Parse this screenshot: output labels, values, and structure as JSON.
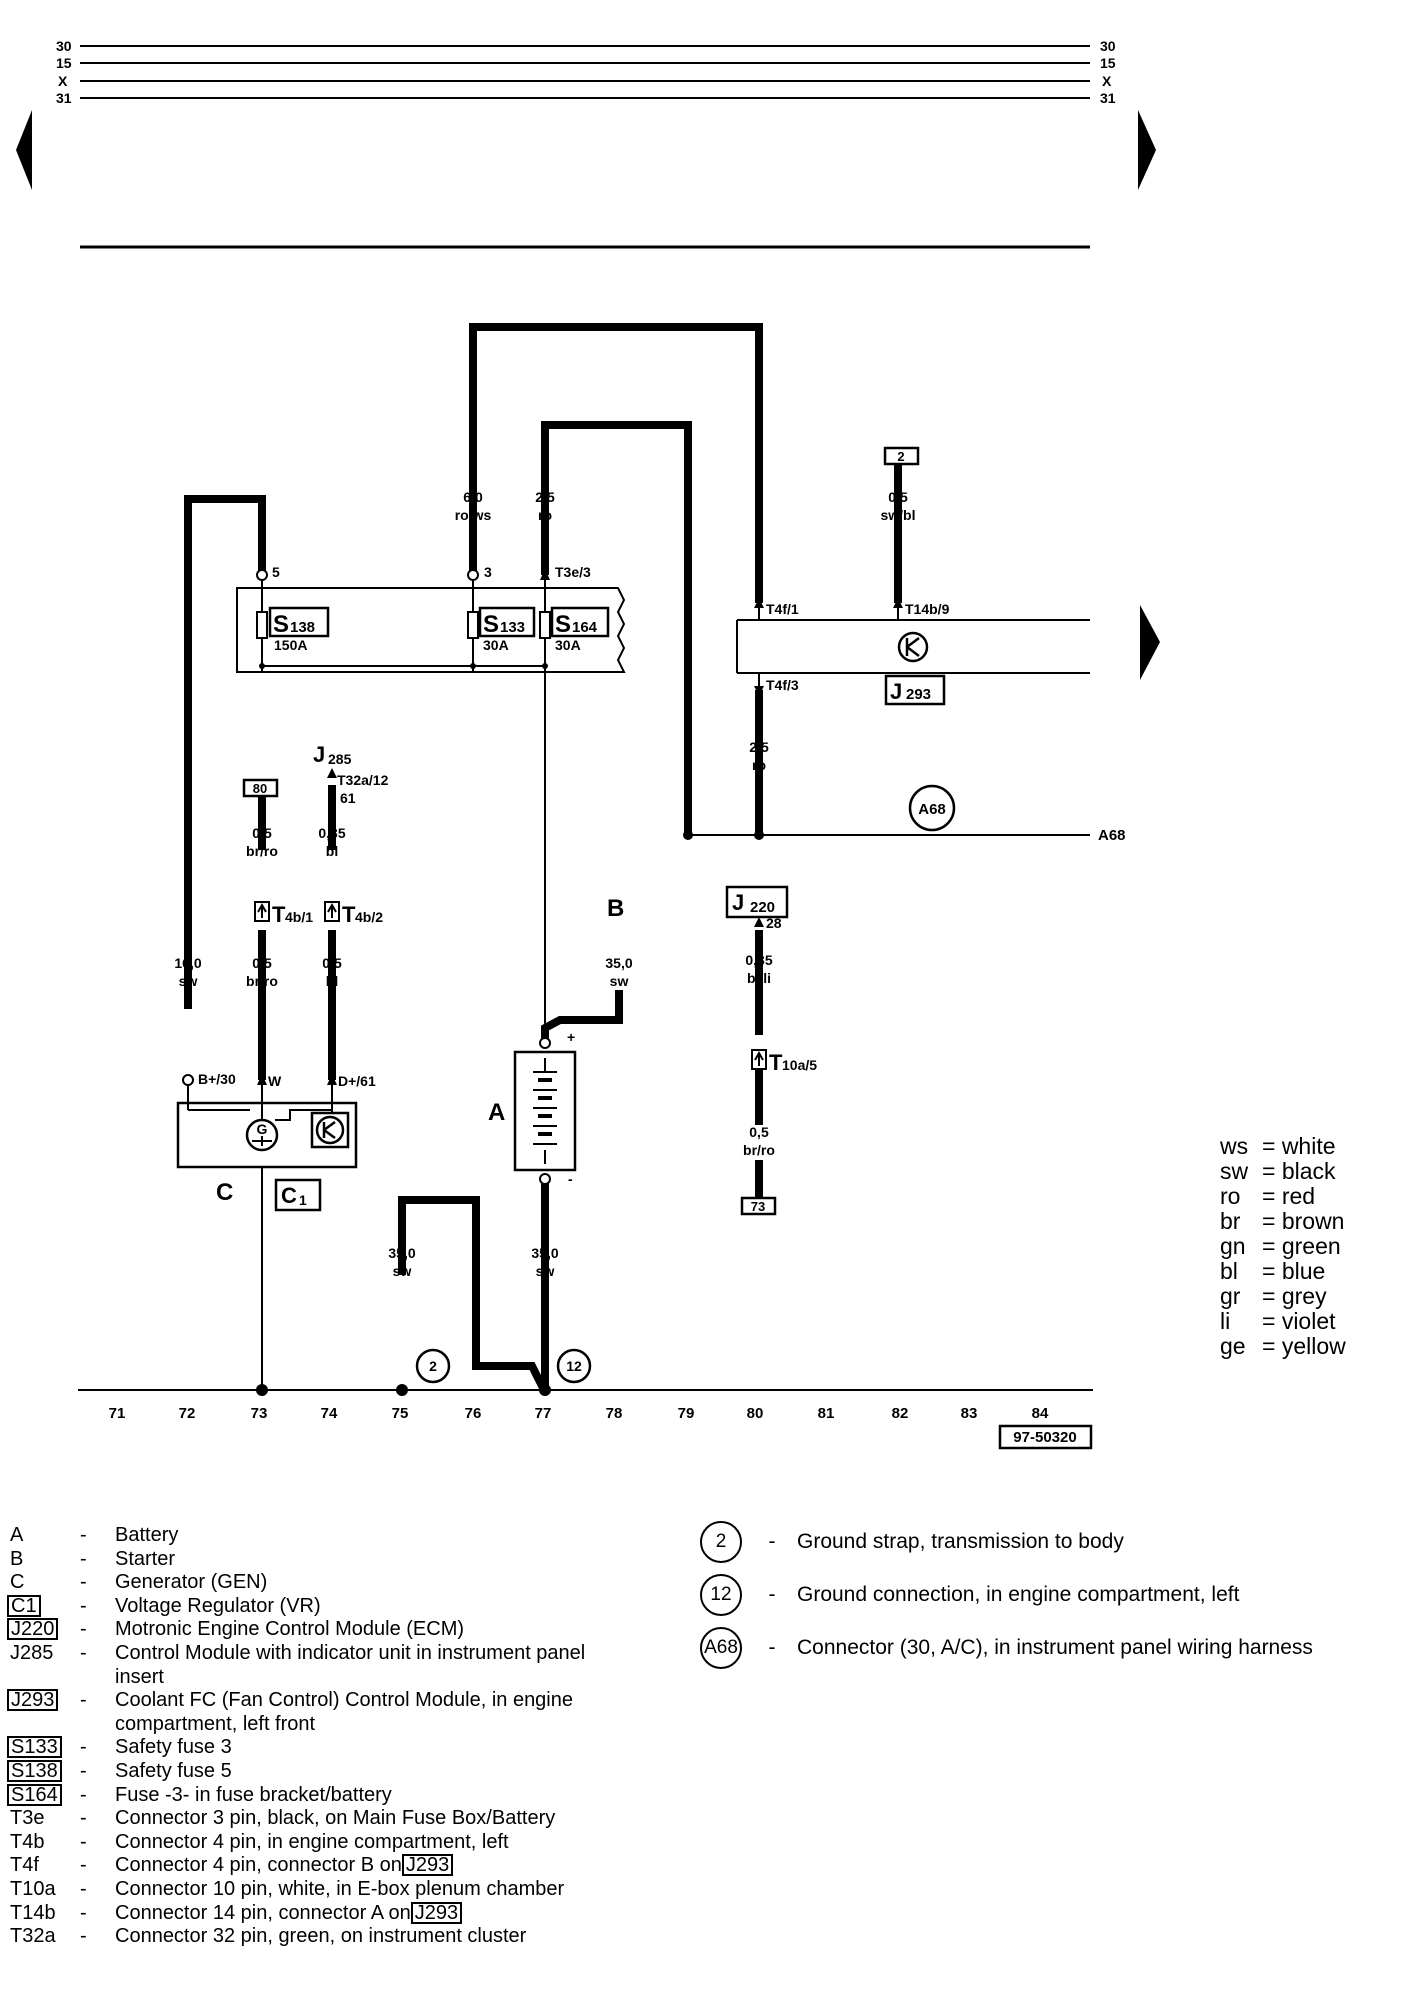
{
  "bus_lines": [
    "30",
    "15",
    "X",
    "31"
  ],
  "fusebox": {
    "fuses": [
      {
        "id": "S138",
        "letter": "S",
        "num": "138",
        "rating": "150A",
        "pin": "5"
      },
      {
        "id": "S133",
        "letter": "S",
        "num": "133",
        "rating": "30A",
        "pin": "3"
      },
      {
        "id": "S164",
        "letter": "S",
        "num": "164",
        "rating": "30A",
        "pin": "T3e/3"
      }
    ]
  },
  "wires": {
    "w_s133": {
      "size": "6,0",
      "color": "ro/ws"
    },
    "w_s164": {
      "size": "2,5",
      "color": "ro"
    },
    "w_j293_top": {
      "size": "0,5",
      "color": "sw/bl"
    },
    "w_j293_bot": {
      "size": "2,5",
      "color": "ro"
    },
    "w_80": {
      "size": "0,5",
      "color": "br/ro"
    },
    "w_j285": {
      "size": "0,35",
      "color": "bl"
    },
    "w_gen_bplus": {
      "size": "16,0",
      "color": "sw"
    },
    "w_gen_w": {
      "size": "0,5",
      "color": "br/ro"
    },
    "w_gen_d": {
      "size": "0,5",
      "color": "bl"
    },
    "w_starter": {
      "size": "35,0",
      "color": "sw"
    },
    "w_j220": {
      "size": "0,35",
      "color": "bl/li"
    },
    "w_j220_b": {
      "size": "0,5",
      "color": "br/ro"
    },
    "w_gnd_strap": {
      "size": "35,0",
      "color": "sw"
    },
    "w_batt_gnd": {
      "size": "35,0",
      "color": "sw"
    }
  },
  "connectors": {
    "t4f1": "T4f/1",
    "t4f3": "T4f/3",
    "t14b9": "T14b/9",
    "t32a12": "T32a/12",
    "t32a_pin": "61",
    "t4b1_letter": "T",
    "t4b1_sub": "4b/1",
    "t4b2_letter": "T",
    "t4b2_sub": "4b/2",
    "t10a5_letter": "T",
    "t10a5_sub": "10a/5",
    "j220_pin": "28"
  },
  "components": {
    "j293": {
      "letter": "J",
      "num": "293"
    },
    "j285": {
      "letter": "J",
      "num": "285"
    },
    "j220": {
      "letter": "J",
      "num": "220"
    },
    "c1": {
      "letter": "C",
      "num": "1"
    },
    "gen_label": "C",
    "gen_symbol": "G",
    "gen_pins": {
      "bplus": "B+/30",
      "w": "W",
      "dplus": "D+/61"
    },
    "battery_label": "A",
    "battery_plus": "+",
    "battery_minus": "-",
    "starter_label": "B",
    "ref_2": "2",
    "ref_80": "80",
    "ref_73": "73",
    "ground_2": "2",
    "ground_12": "12",
    "conn_a68": "A68",
    "a68_text": "A68"
  },
  "ground_line_numbers": [
    "71",
    "72",
    "73",
    "74",
    "75",
    "76",
    "77",
    "78",
    "79",
    "80",
    "81",
    "82",
    "83",
    "84"
  ],
  "diagram_id": "97-50320",
  "color_codes": [
    {
      "abbr": "ws",
      "name": "= white"
    },
    {
      "abbr": "sw",
      "name": "= black"
    },
    {
      "abbr": "ro",
      "name": "= red"
    },
    {
      "abbr": "br",
      "name": "= brown"
    },
    {
      "abbr": "gn",
      "name": "= green"
    },
    {
      "abbr": "bl",
      "name": "= blue"
    },
    {
      "abbr": "gr",
      "name": "= grey"
    },
    {
      "abbr": "li",
      "name": "= violet"
    },
    {
      "abbr": "ge",
      "name": "= yellow"
    }
  ],
  "legend_left": [
    {
      "code": "A",
      "dash": "-",
      "desc": "Battery"
    },
    {
      "code": "B",
      "dash": "-",
      "desc": "Starter"
    },
    {
      "code": "C",
      "dash": "-",
      "desc": "Generator (GEN)"
    },
    {
      "code": "C1",
      "dash": "-",
      "desc": "Voltage Regulator (VR)"
    },
    {
      "code": "J220",
      "dash": "-",
      "desc": "Motronic Engine Control Module (ECM)"
    },
    {
      "code": "J285",
      "dash": "-",
      "desc": "Control Module with indicator unit in instrument panel"
    },
    {
      "code": "",
      "dash": "",
      "desc": "insert"
    },
    {
      "code": "J293",
      "dash": "-",
      "desc": "Coolant FC (Fan Control) Control Module, in engine"
    },
    {
      "code": "",
      "dash": "",
      "desc": "compartment, left front"
    },
    {
      "code": "S133",
      "dash": "-",
      "desc": "Safety fuse 3"
    },
    {
      "code": "S138",
      "dash": "-",
      "desc": "Safety fuse 5"
    },
    {
      "code": "S164",
      "dash": "-",
      "desc": "Fuse -3- in fuse bracket/battery"
    },
    {
      "code": "T3e",
      "dash": "-",
      "desc": "Connector 3 pin, black, on Main Fuse Box/Battery"
    },
    {
      "code": "T4b",
      "dash": "-",
      "desc": "Connector 4 pin, in engine compartment, left"
    },
    {
      "code": "T4f",
      "dash": "-",
      "desc": "Connector 4 pin, connector B on",
      "ref": "J293"
    },
    {
      "code": "T10a",
      "dash": "-",
      "desc": "Connector 10 pin, white, in E-box plenum chamber"
    },
    {
      "code": "T14b",
      "dash": "-",
      "desc": "Connector 14 pin, connector A on",
      "ref": "J293"
    },
    {
      "code": "T32a",
      "dash": "-",
      "desc": "Connector 32 pin, green, on instrument cluster"
    }
  ],
  "legend_right": [
    {
      "code": "2",
      "dash": "-",
      "desc": "Ground strap, transmission to body"
    },
    {
      "code": "12",
      "dash": "-",
      "desc": "Ground connection, in engine compartment, left"
    },
    {
      "code": "A68",
      "dash": "-",
      "desc": "Connector (30, A/C), in instrument panel wiring harness"
    }
  ]
}
